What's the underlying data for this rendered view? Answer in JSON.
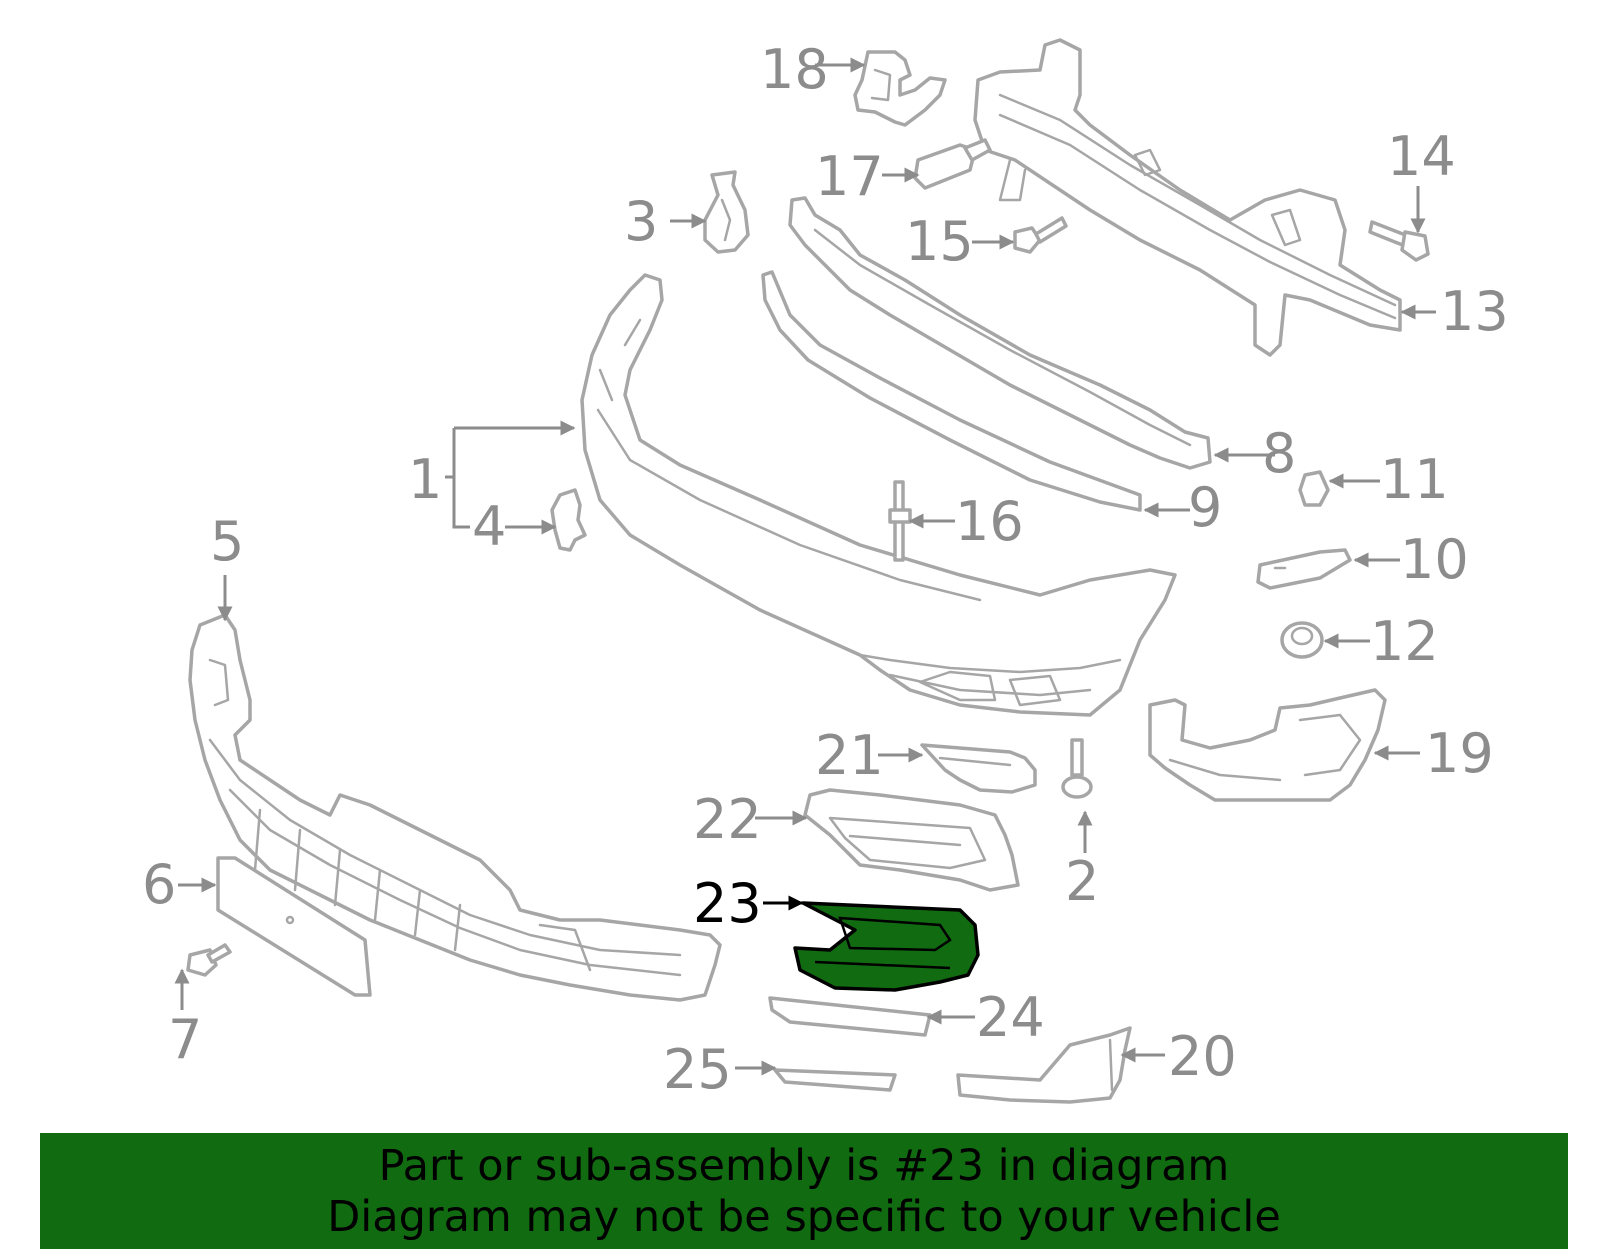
{
  "callouts": {
    "c1": "1",
    "c2": "2",
    "c3": "3",
    "c4": "4",
    "c5": "5",
    "c6": "6",
    "c7": "7",
    "c8": "8",
    "c9": "9",
    "c10": "10",
    "c11": "11",
    "c12": "12",
    "c13": "13",
    "c14": "14",
    "c15": "15",
    "c16": "16",
    "c17": "17",
    "c18": "18",
    "c19": "19",
    "c20": "20",
    "c21": "21",
    "c22": "22",
    "c23": "23",
    "c24": "24",
    "c25": "25"
  },
  "highlighted_part": "23",
  "colors": {
    "highlight": "#116b11",
    "line_art": "#a6a6a6",
    "callout_text": "#8c8c8c",
    "banner_background": "#116b11"
  },
  "banner": {
    "line1": "Part or sub-assembly is #23 in diagram",
    "line2": "Diagram may not be specific to your vehicle"
  }
}
